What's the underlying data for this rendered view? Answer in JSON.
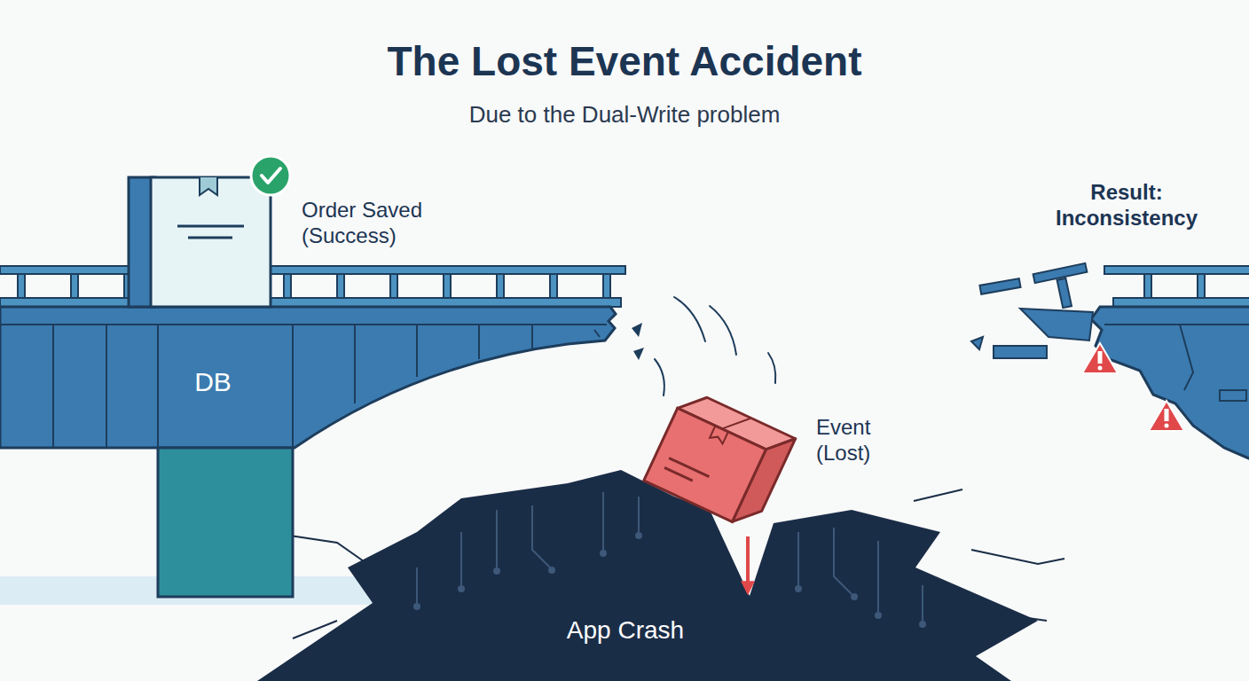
{
  "diagram": {
    "title": "The Lost Event Accident",
    "nodes": [
      {
        "text": [
          "Order Saved (Success)"
        ]
      },
      {
        "text": [
          "DB"
        ]
      },
      {
        "text": [
          "Event (Lost)"
        ]
      },
      {
        "text": [
          "App Crash"
        ]
      },
      {
        "text": [
          "Result: Inconsistency"
        ]
      }
    ],
    "edges": [
      {
        "from": 2,
        "to": 3,
        "arrow": "to"
      }
    ],
    "labels": [
      "Due to the Dual-Write problem"
    ]
  }
}
